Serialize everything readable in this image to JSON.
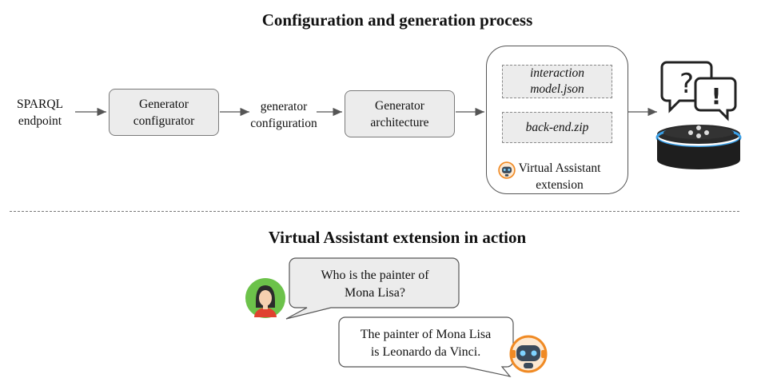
{
  "top_section": {
    "title": "Configuration and generation process",
    "input_label_line1": "SPARQL",
    "input_label_line2": "endpoint",
    "generator_configurator_line1": "Generator",
    "generator_configurator_line2": "configurator",
    "generator_configuration_line1": "generator",
    "generator_configuration_line2": "configuration",
    "generator_architecture_line1": "Generator",
    "generator_architecture_line2": "architecture",
    "file1_line1": "interaction",
    "file1_line2": "model.json",
    "file2": "back-end.zip",
    "extension_label_line1": "Virtual Assistant",
    "extension_label_line2": "extension"
  },
  "bottom_section": {
    "title": "Virtual Assistant extension in action",
    "question_line1": "Who is the painter of",
    "question_line2": "Mona Lisa?",
    "answer_line1": "The painter of Mona Lisa",
    "answer_line2": "is Leonardo da Vinci."
  },
  "icons": {
    "robot": "robot-icon",
    "speech_bubbles": "question-exclamation-bubbles-icon",
    "smart_speaker": "smart-speaker-icon",
    "user_avatar": "woman-avatar-icon"
  },
  "colors": {
    "box_fill": "#ececec",
    "speaker_ring": "#3aa0e8",
    "avatar_bg": "#6cc24a",
    "robot_accent": "#f08a24"
  }
}
